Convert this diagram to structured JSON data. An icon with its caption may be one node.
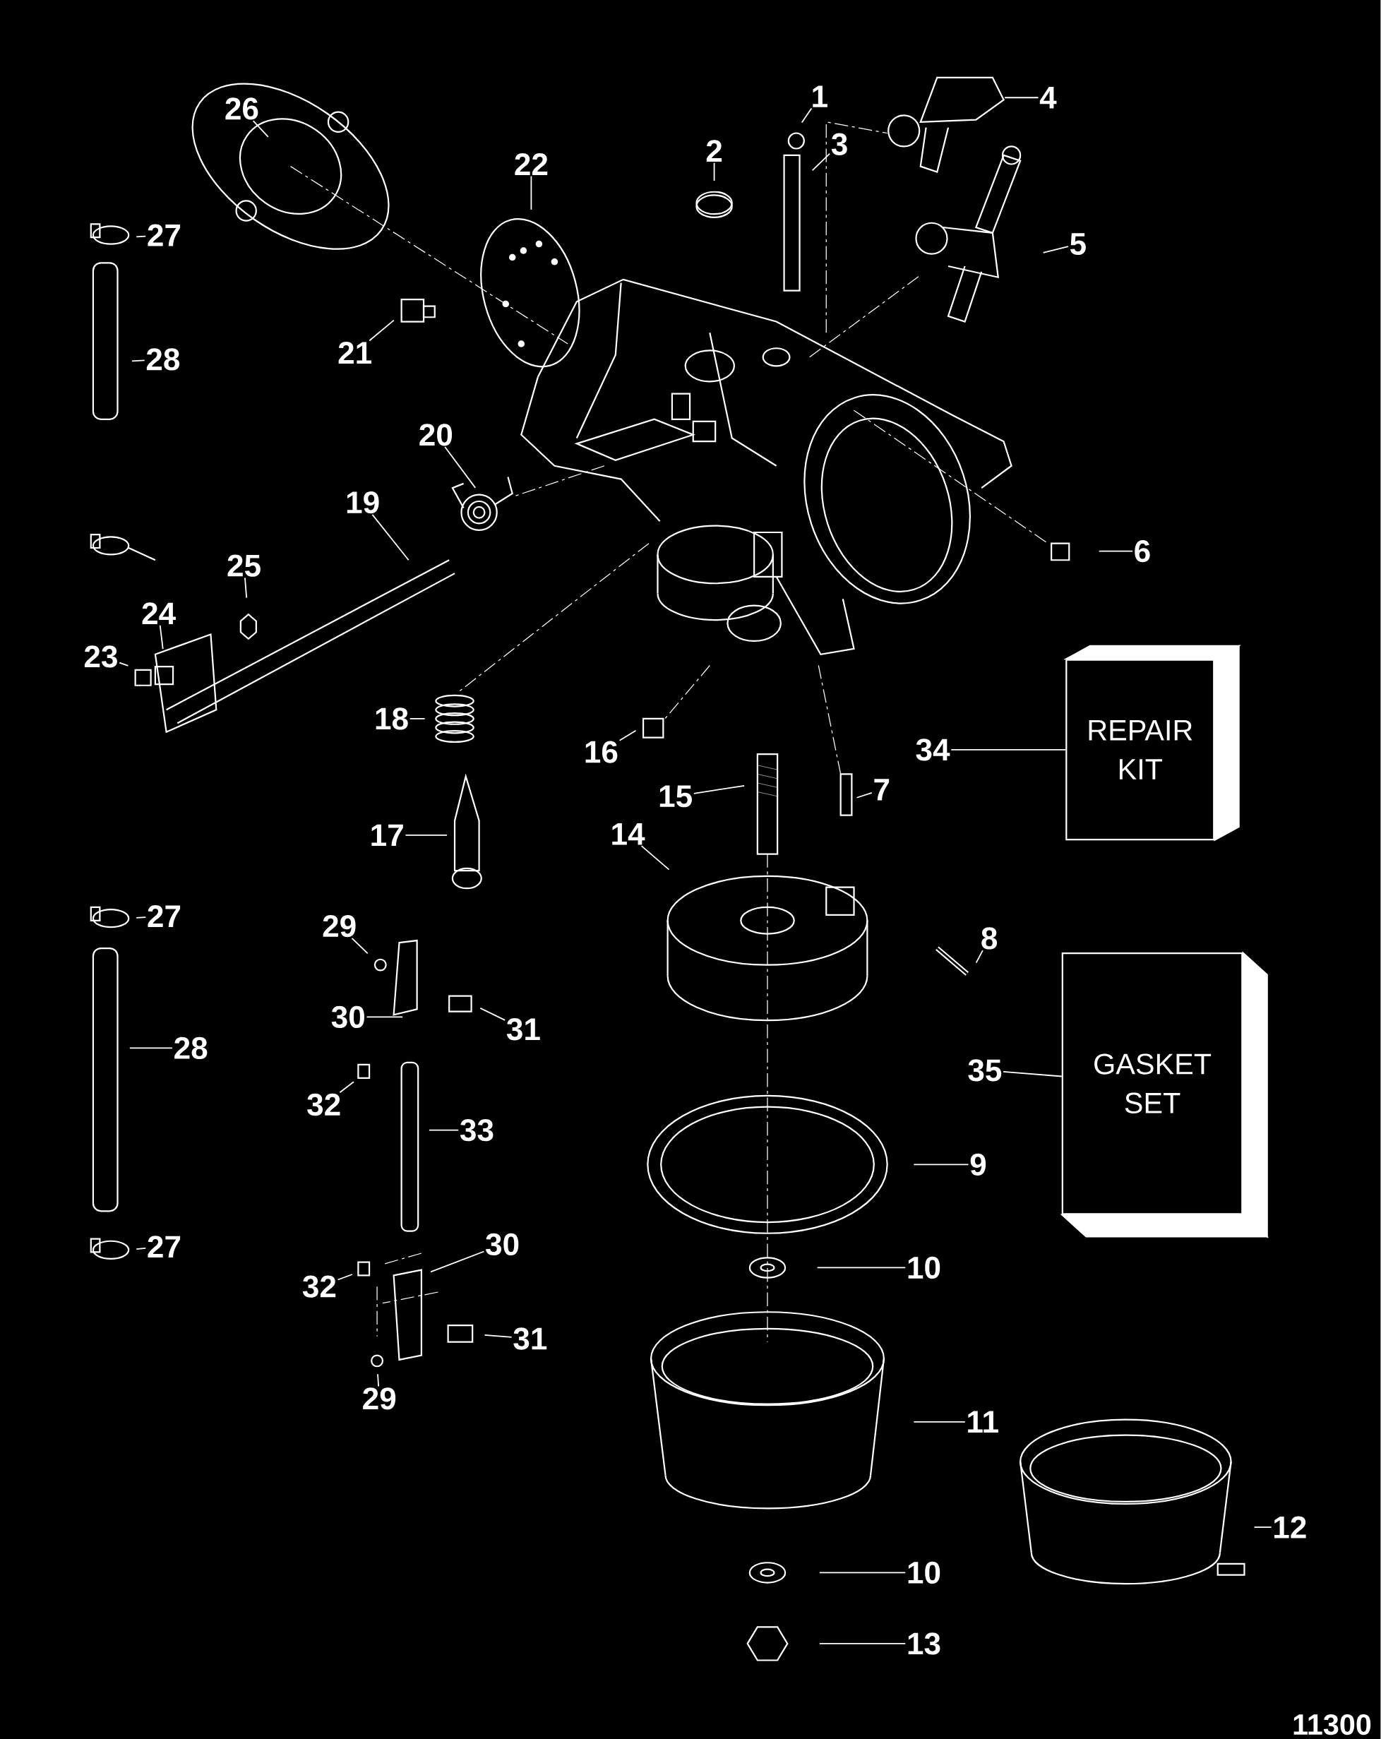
{
  "diagram": {
    "nodes": [
      {
        "text": [
          "1"
        ]
      },
      {
        "text": [
          "2"
        ]
      },
      {
        "text": [
          "3"
        ]
      },
      {
        "text": [
          "4"
        ]
      },
      {
        "text": [
          "5"
        ]
      },
      {
        "text": [
          "6"
        ]
      },
      {
        "text": [
          "7"
        ]
      },
      {
        "text": [
          "8"
        ]
      },
      {
        "text": [
          "9"
        ]
      },
      {
        "text": [
          "10"
        ]
      },
      {
        "text": [
          "10"
        ]
      },
      {
        "text": [
          "11"
        ]
      },
      {
        "text": [
          "12"
        ]
      },
      {
        "text": [
          "13"
        ]
      },
      {
        "text": [
          "14"
        ]
      },
      {
        "text": [
          "15"
        ]
      },
      {
        "text": [
          "16"
        ]
      },
      {
        "text": [
          "17"
        ]
      },
      {
        "text": [
          "18"
        ]
      },
      {
        "text": [
          "19"
        ]
      },
      {
        "text": [
          "20"
        ]
      },
      {
        "text": [
          "21"
        ]
      },
      {
        "text": [
          "22"
        ]
      },
      {
        "text": [
          "23"
        ]
      },
      {
        "text": [
          "24"
        ]
      },
      {
        "text": [
          "25"
        ]
      },
      {
        "text": [
          "26"
        ]
      },
      {
        "text": [
          "27"
        ]
      },
      {
        "text": [
          "28"
        ]
      },
      {
        "text": [
          "27"
        ]
      },
      {
        "text": [
          "28"
        ]
      },
      {
        "text": [
          "27"
        ]
      },
      {
        "text": [
          "29"
        ]
      },
      {
        "text": [
          "30"
        ]
      },
      {
        "text": [
          "31"
        ]
      },
      {
        "text": [
          "32"
        ]
      },
      {
        "text": [
          "33"
        ]
      },
      {
        "text": [
          "30"
        ]
      },
      {
        "text": [
          "32"
        ]
      },
      {
        "text": [
          "31"
        ]
      },
      {
        "text": [
          "29"
        ]
      },
      {
        "text": [
          "34"
        ]
      },
      {
        "text": [
          "35"
        ]
      },
      {
        "text": [
          "REPAIR KIT"
        ]
      },
      {
        "text": [
          "GASKET SET"
        ]
      }
    ],
    "edges": [
      {
        "from": 0,
        "to": null,
        "arrow": "none"
      },
      {
        "from": 1,
        "to": null,
        "arrow": "none"
      },
      {
        "from": 2,
        "to": null,
        "arrow": "none"
      },
      {
        "from": 3,
        "to": null,
        "arrow": "none"
      },
      {
        "from": 4,
        "to": null,
        "arrow": "none"
      },
      {
        "from": 5,
        "to": null,
        "arrow": "none"
      },
      {
        "from": 6,
        "to": null,
        "arrow": "none"
      },
      {
        "from": 7,
        "to": null,
        "arrow": "none"
      },
      {
        "from": 8,
        "to": null,
        "arrow": "none"
      },
      {
        "from": 9,
        "to": null,
        "arrow": "none"
      },
      {
        "from": 10,
        "to": null,
        "arrow": "none"
      },
      {
        "from": 11,
        "to": null,
        "arrow": "none"
      },
      {
        "from": 12,
        "to": null,
        "arrow": "none"
      },
      {
        "from": 13,
        "to": null,
        "arrow": "none"
      },
      {
        "from": 14,
        "to": null,
        "arrow": "none"
      },
      {
        "from": 15,
        "to": null,
        "arrow": "none"
      },
      {
        "from": 16,
        "to": null,
        "arrow": "none"
      },
      {
        "from": 17,
        "to": null,
        "arrow": "none"
      },
      {
        "from": 18,
        "to": null,
        "arrow": "none"
      },
      {
        "from": 19,
        "to": null,
        "arrow": "none"
      },
      {
        "from": 20,
        "to": null,
        "arrow": "none"
      },
      {
        "from": 21,
        "to": null,
        "arrow": "none"
      },
      {
        "from": 22,
        "to": null,
        "arrow": "none"
      },
      {
        "from": 23,
        "to": null,
        "arrow": "none"
      },
      {
        "from": 24,
        "to": null,
        "arrow": "none"
      },
      {
        "from": 25,
        "to": null,
        "arrow": "none"
      },
      {
        "from": 26,
        "to": null,
        "arrow": "none"
      },
      {
        "from": 27,
        "to": null,
        "arrow": "none"
      },
      {
        "from": 28,
        "to": null,
        "arrow": "none"
      },
      {
        "from": 29,
        "to": null,
        "arrow": "none"
      },
      {
        "from": 30,
        "to": null,
        "arrow": "none"
      },
      {
        "from": 31,
        "to": null,
        "arrow": "none"
      },
      {
        "from": 32,
        "to": null,
        "arrow": "none"
      },
      {
        "from": 33,
        "to": null,
        "arrow": "none"
      },
      {
        "from": 34,
        "to": null,
        "arrow": "none"
      },
      {
        "from": 35,
        "to": null,
        "arrow": "none"
      },
      {
        "from": 36,
        "to": null,
        "arrow": "none"
      },
      {
        "from": 37,
        "to": null,
        "arrow": "none"
      },
      {
        "from": 38,
        "to": null,
        "arrow": "none"
      },
      {
        "from": 39,
        "to": null,
        "arrow": "none"
      },
      {
        "from": 40,
        "to": null,
        "arrow": "none"
      },
      {
        "from": 41,
        "to": 43,
        "arrow": "none"
      },
      {
        "from": 42,
        "to": 44,
        "arrow": "none"
      }
    ],
    "labels": [
      "11300"
    ]
  }
}
